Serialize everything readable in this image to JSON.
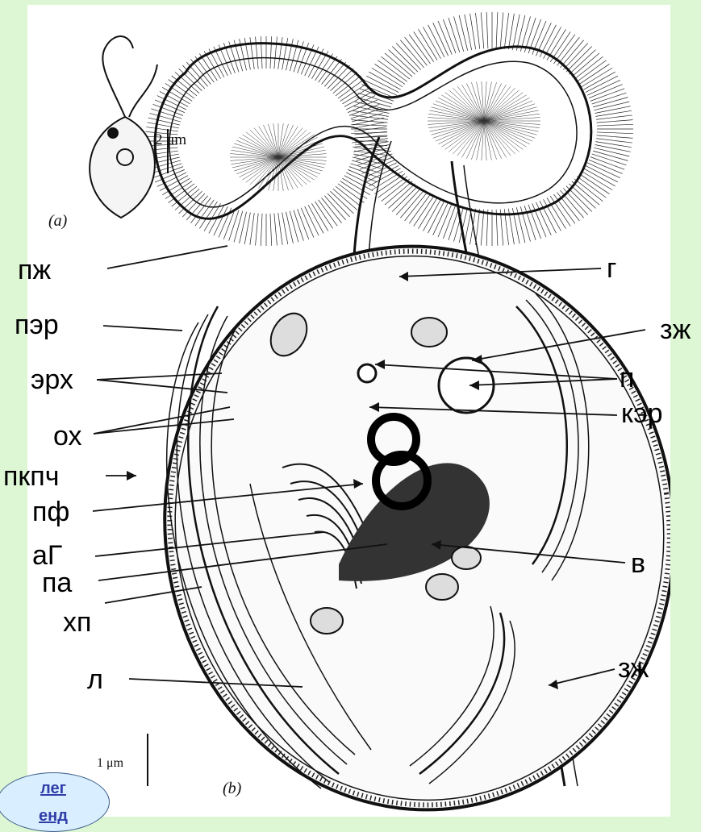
{
  "labels": {
    "pzh": "пж",
    "per": "пэр",
    "erh": "эрх",
    "oh": "ох",
    "pkpch": "пкпч",
    "pf": "пф",
    "aG": "аГ",
    "pa": "па",
    "hp": "хп",
    "l": "л",
    "g": "г",
    "zh_right": "зж",
    "p": "п",
    "ker": "кэр",
    "v": "в",
    "zh_bottom": "зж"
  },
  "figure_text": {
    "panel_a": "(a)",
    "panel_b": "(b)",
    "scale_small": "2 μm",
    "scale_large": "1 μm"
  },
  "legend_button": {
    "line1": "лег",
    "line2": "енд"
  },
  "colors": {
    "background": "#ddf7d4",
    "panel": "#ffffff",
    "legend_fill": "#d9efff",
    "legend_text": "#2f3ea8"
  }
}
